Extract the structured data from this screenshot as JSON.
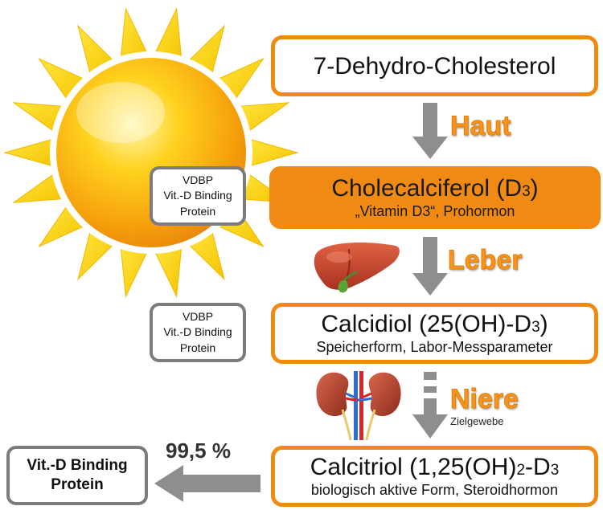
{
  "boxes": {
    "dehydro": {
      "title": "7-Dehydro-Cholesterol"
    },
    "cholecalciferol": {
      "title_main": "Cholecalciferol (D",
      "title_sub": "3",
      "title_end": ")",
      "subtitle": "„Vitamin D3“, Prohormon"
    },
    "calcidiol": {
      "title_main": "Calcidiol (25(OH)-D",
      "title_sub": "3",
      "title_end": ")",
      "subtitle": "Speicherform, Labor-Messparameter"
    },
    "calcitriol": {
      "title_main": "Calcitriol (1,25(OH)",
      "title_sub": "2",
      "title_mid": "-D",
      "title_sub2": "3",
      "subtitle": "biologisch aktive Form, Steroidhormon"
    }
  },
  "labels": {
    "haut": "Haut",
    "leber": "Leber",
    "niere": "Niere",
    "zielgewebe": "Zielgewebe"
  },
  "vdbp_boxes": [
    {
      "line1": "VDBP",
      "line2": "Vit.-D Binding",
      "line3": "Protein"
    },
    {
      "line1": "VDBP",
      "line2": "Vit.-D Binding",
      "line3": "Protein"
    }
  ],
  "binding_box": {
    "line1": "Vit.-D Binding",
    "line2": "Protein"
  },
  "percent": "99,5 %",
  "colors": {
    "orange": "#f08a12",
    "label_orange": "#f7941d",
    "gray": "#7c7c7c",
    "arrow_gray": "#8e8e8e"
  },
  "icons": [
    "sun-icon",
    "liver-icon",
    "kidneys-icon"
  ]
}
